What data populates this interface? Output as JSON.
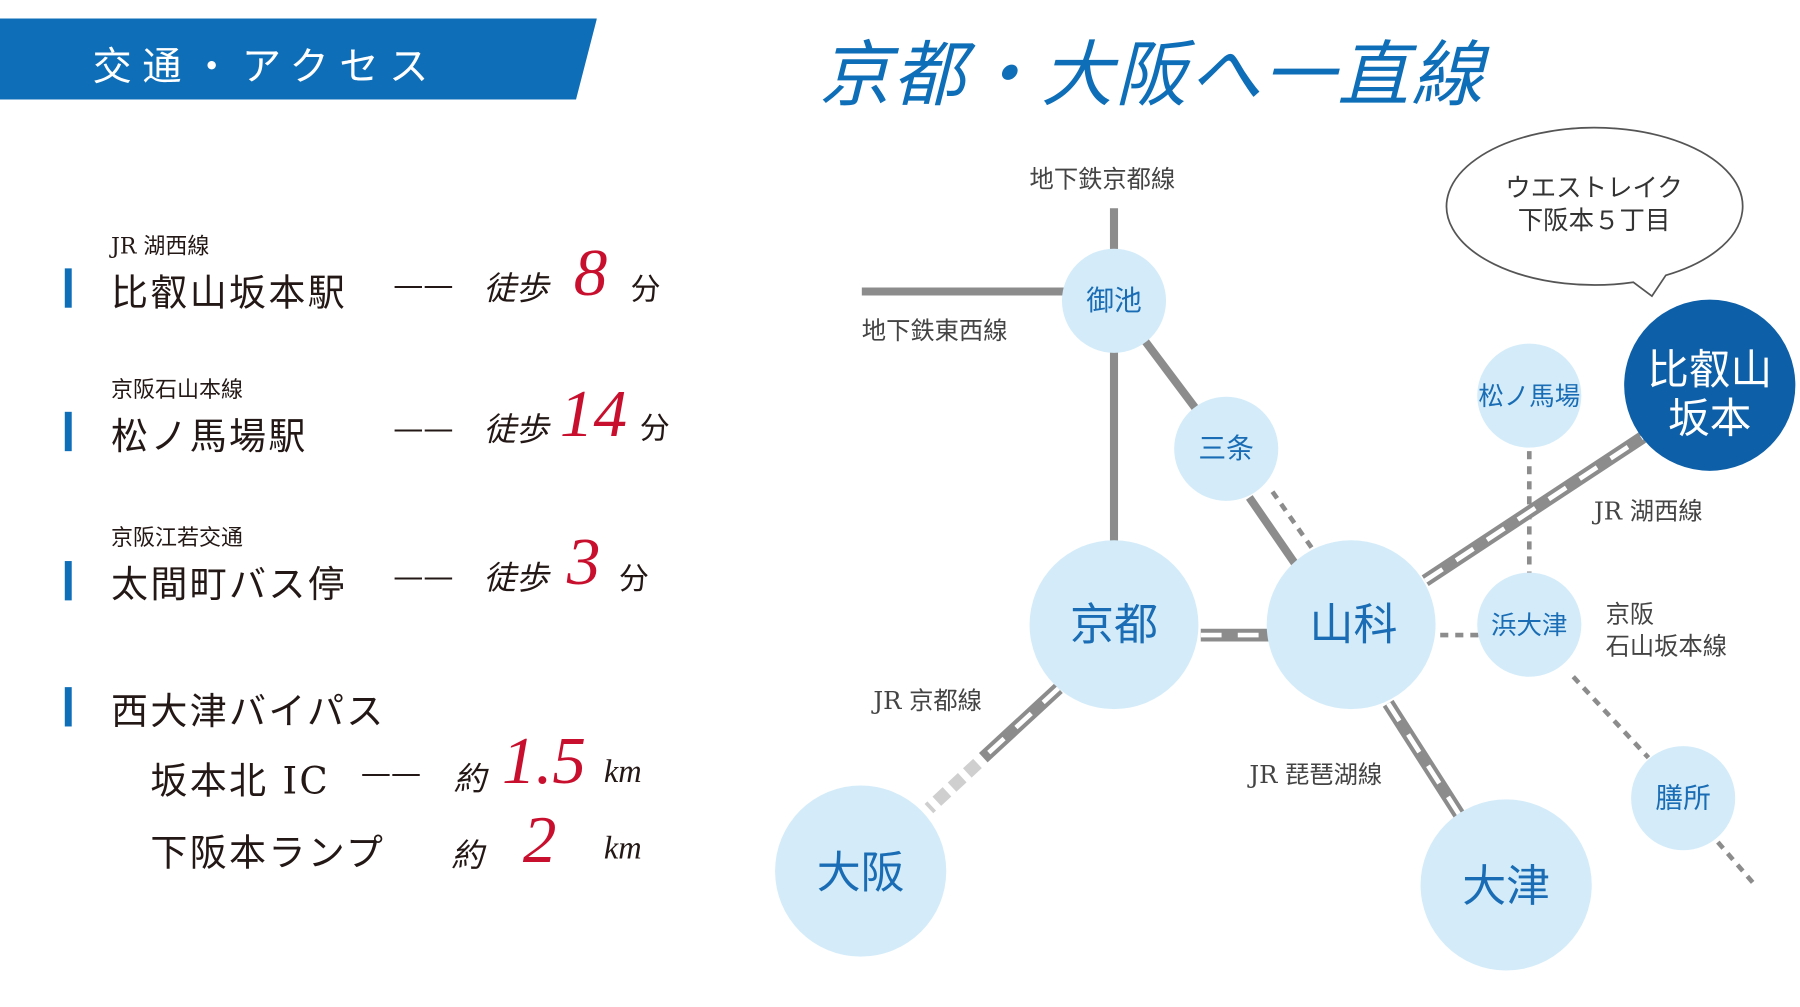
{
  "header": {
    "section": "交通・アクセス",
    "title": "京都・大阪へ一直線"
  },
  "access": [
    {
      "line": "JR 湖西線",
      "station": "比叡山坂本駅",
      "dash": "——",
      "walk": "徒歩",
      "minutes": "8",
      "unit": "分"
    },
    {
      "line": "京阪石山本線",
      "station": "松ノ馬場駅",
      "dash": "——",
      "walk": "徒歩",
      "minutes": "14",
      "unit": "分"
    },
    {
      "line": "京阪江若交通",
      "station": "太間町バス停",
      "dash": "——",
      "walk": "徒歩",
      "minutes": "3",
      "unit": "分"
    }
  ],
  "road": {
    "name": "西大津バイパス",
    "items": [
      {
        "name": "坂本北 IC",
        "dash": "——",
        "approx": "約",
        "distance": "1.5",
        "unit": "km"
      },
      {
        "name": "下阪本ランプ",
        "approx": "約",
        "distance": "2",
        "unit": "km"
      }
    ]
  },
  "map": {
    "bubble": [
      "ウエストレイク",
      "下阪本５丁目"
    ],
    "stations": {
      "oike": "御池",
      "sanjo": "三条",
      "kyoto": "京都",
      "yamashina": "山科",
      "hamaotsu": "浜大津",
      "matsunobaba": "松ノ馬場",
      "hieizan": [
        "比叡山",
        "坂本"
      ],
      "zeze": "膳所",
      "osaka": "大阪",
      "otsu": "大津"
    },
    "lines": {
      "subway_karasuma": "地下鉄京都線",
      "subway_tozai": "地下鉄東西線",
      "jr_kosei": "JR 湖西線",
      "keihan": [
        "京阪",
        "石山坂本線"
      ],
      "jr_kyoto": "JR 京都線",
      "jr_biwako": "JR 琵琶湖線"
    }
  },
  "colors": {
    "blue": "#0e6eb8",
    "light": "#d4ecf9",
    "red": "#c8102e",
    "gray": "#8c8c8c"
  }
}
